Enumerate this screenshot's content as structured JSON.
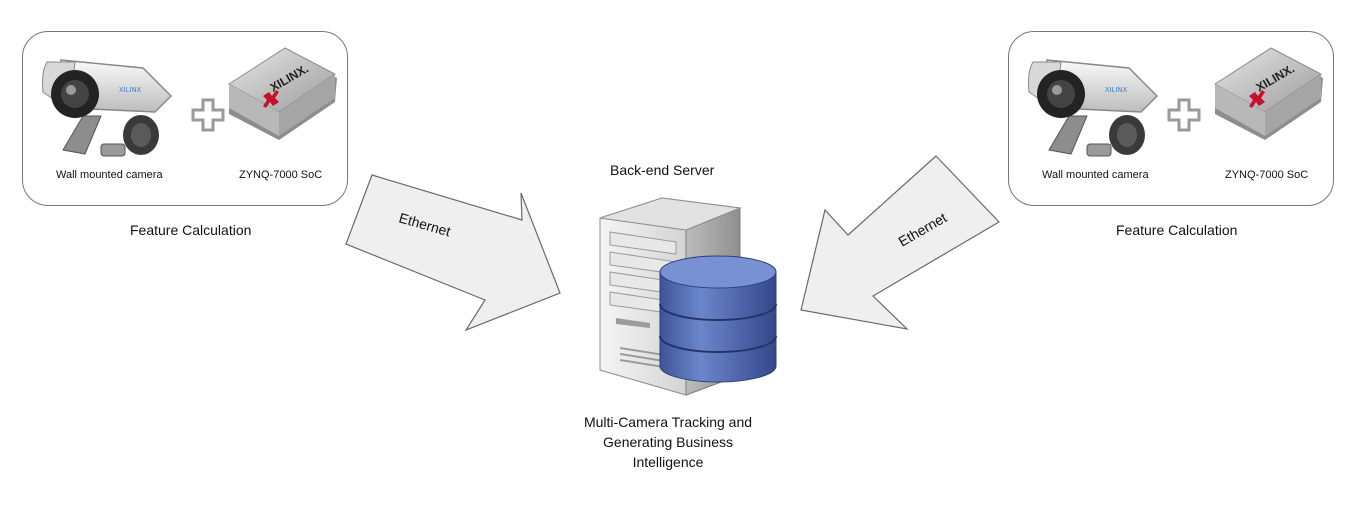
{
  "left_node": {
    "camera_label": "Wall mounted camera",
    "soc_label": "ZYNQ-7000 SoC",
    "chip_brand": "XILINX.",
    "caption": "Feature Calculation"
  },
  "right_node": {
    "camera_label": "Wall mounted camera",
    "soc_label": "ZYNQ-7000 SoC",
    "chip_brand": "XILINX.",
    "caption": "Feature Calculation"
  },
  "arrows": {
    "left_label": "Ethernet",
    "right_label": "Ethernet"
  },
  "server": {
    "title": "Back-end Server",
    "description": "Multi-Camera Tracking and Generating Business Intelligence"
  },
  "colors": {
    "arrow_fill": "#efefef",
    "arrow_stroke": "#6a6a6a",
    "database_blue": "#5c74b8",
    "xilinx_red": "#c8102e"
  }
}
